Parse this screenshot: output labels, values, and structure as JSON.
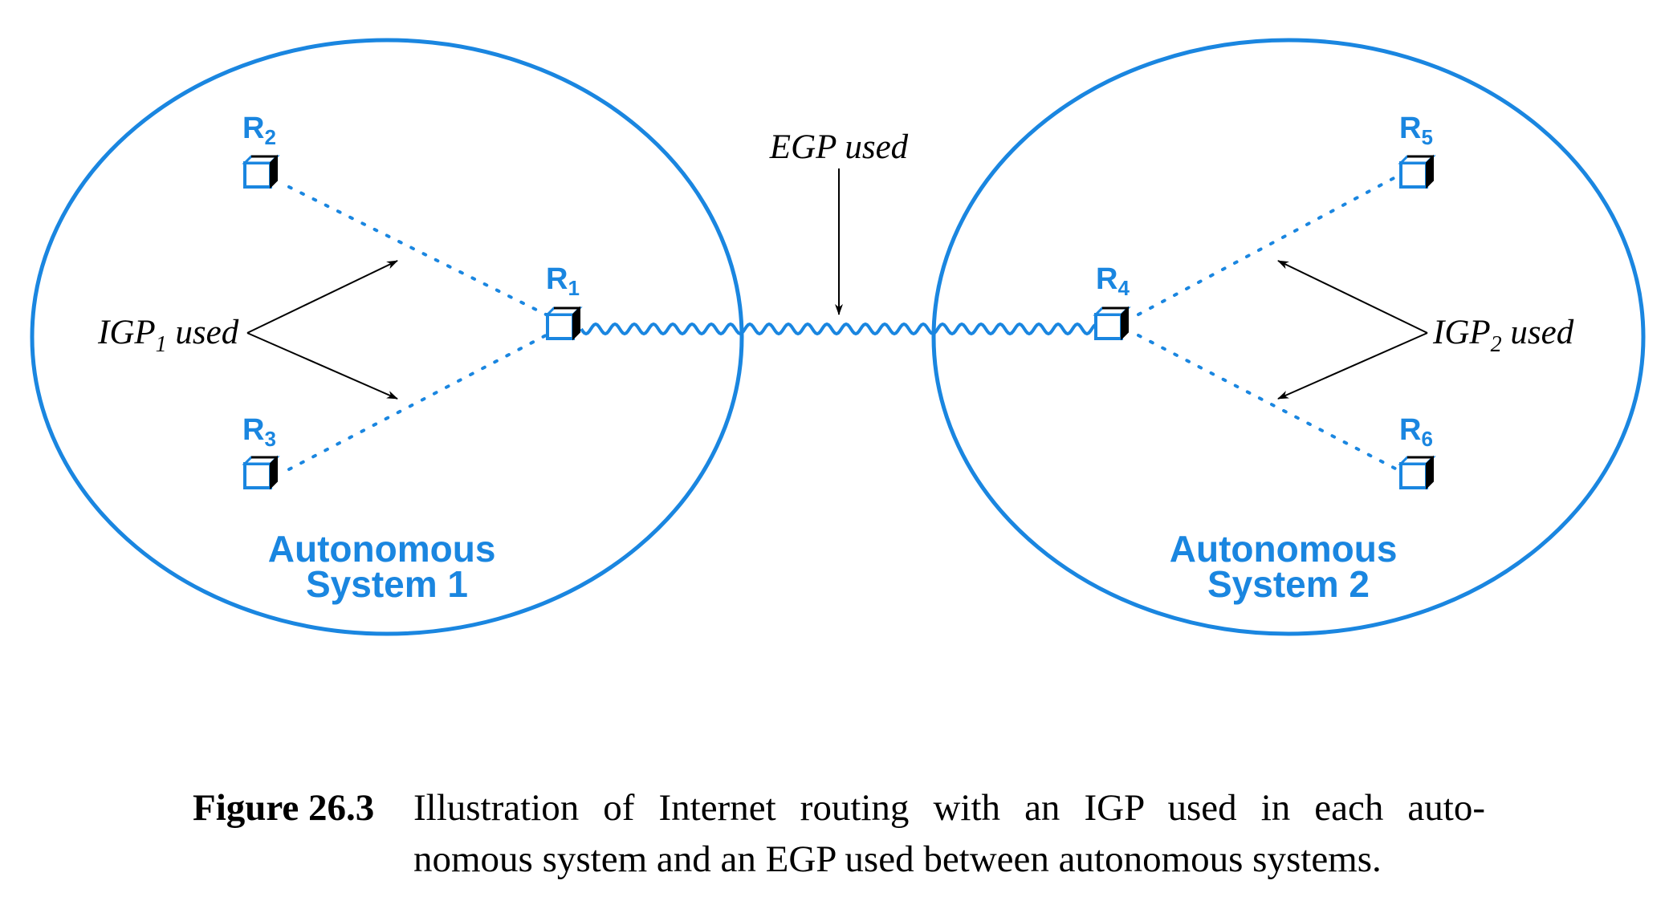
{
  "diagram": {
    "colors": {
      "accent": "#1a86e0",
      "ink": "#000000"
    },
    "systems": [
      {
        "id": "as1",
        "line1": "Autonomous",
        "line2": "System 1"
      },
      {
        "id": "as2",
        "line1": "Autonomous",
        "line2": "System 2"
      }
    ],
    "routers": [
      {
        "id": "r1",
        "name": "R",
        "sub": "1"
      },
      {
        "id": "r2",
        "name": "R",
        "sub": "2"
      },
      {
        "id": "r3",
        "name": "R",
        "sub": "3"
      },
      {
        "id": "r4",
        "name": "R",
        "sub": "4"
      },
      {
        "id": "r5",
        "name": "R",
        "sub": "5"
      },
      {
        "id": "r6",
        "name": "R",
        "sub": "6"
      }
    ],
    "labels": {
      "egp": "EGP used",
      "igp1_main": "IGP",
      "igp1_sub": "1",
      "igp1_tail": " used",
      "igp2_main": "IGP",
      "igp2_sub": "2",
      "igp2_tail": " used"
    }
  },
  "caption": {
    "label": "Figure 26.3",
    "line1": "Illustration of Internet routing with an IGP used in each auto-",
    "line2": "nomous system and an EGP used between autonomous systems."
  }
}
